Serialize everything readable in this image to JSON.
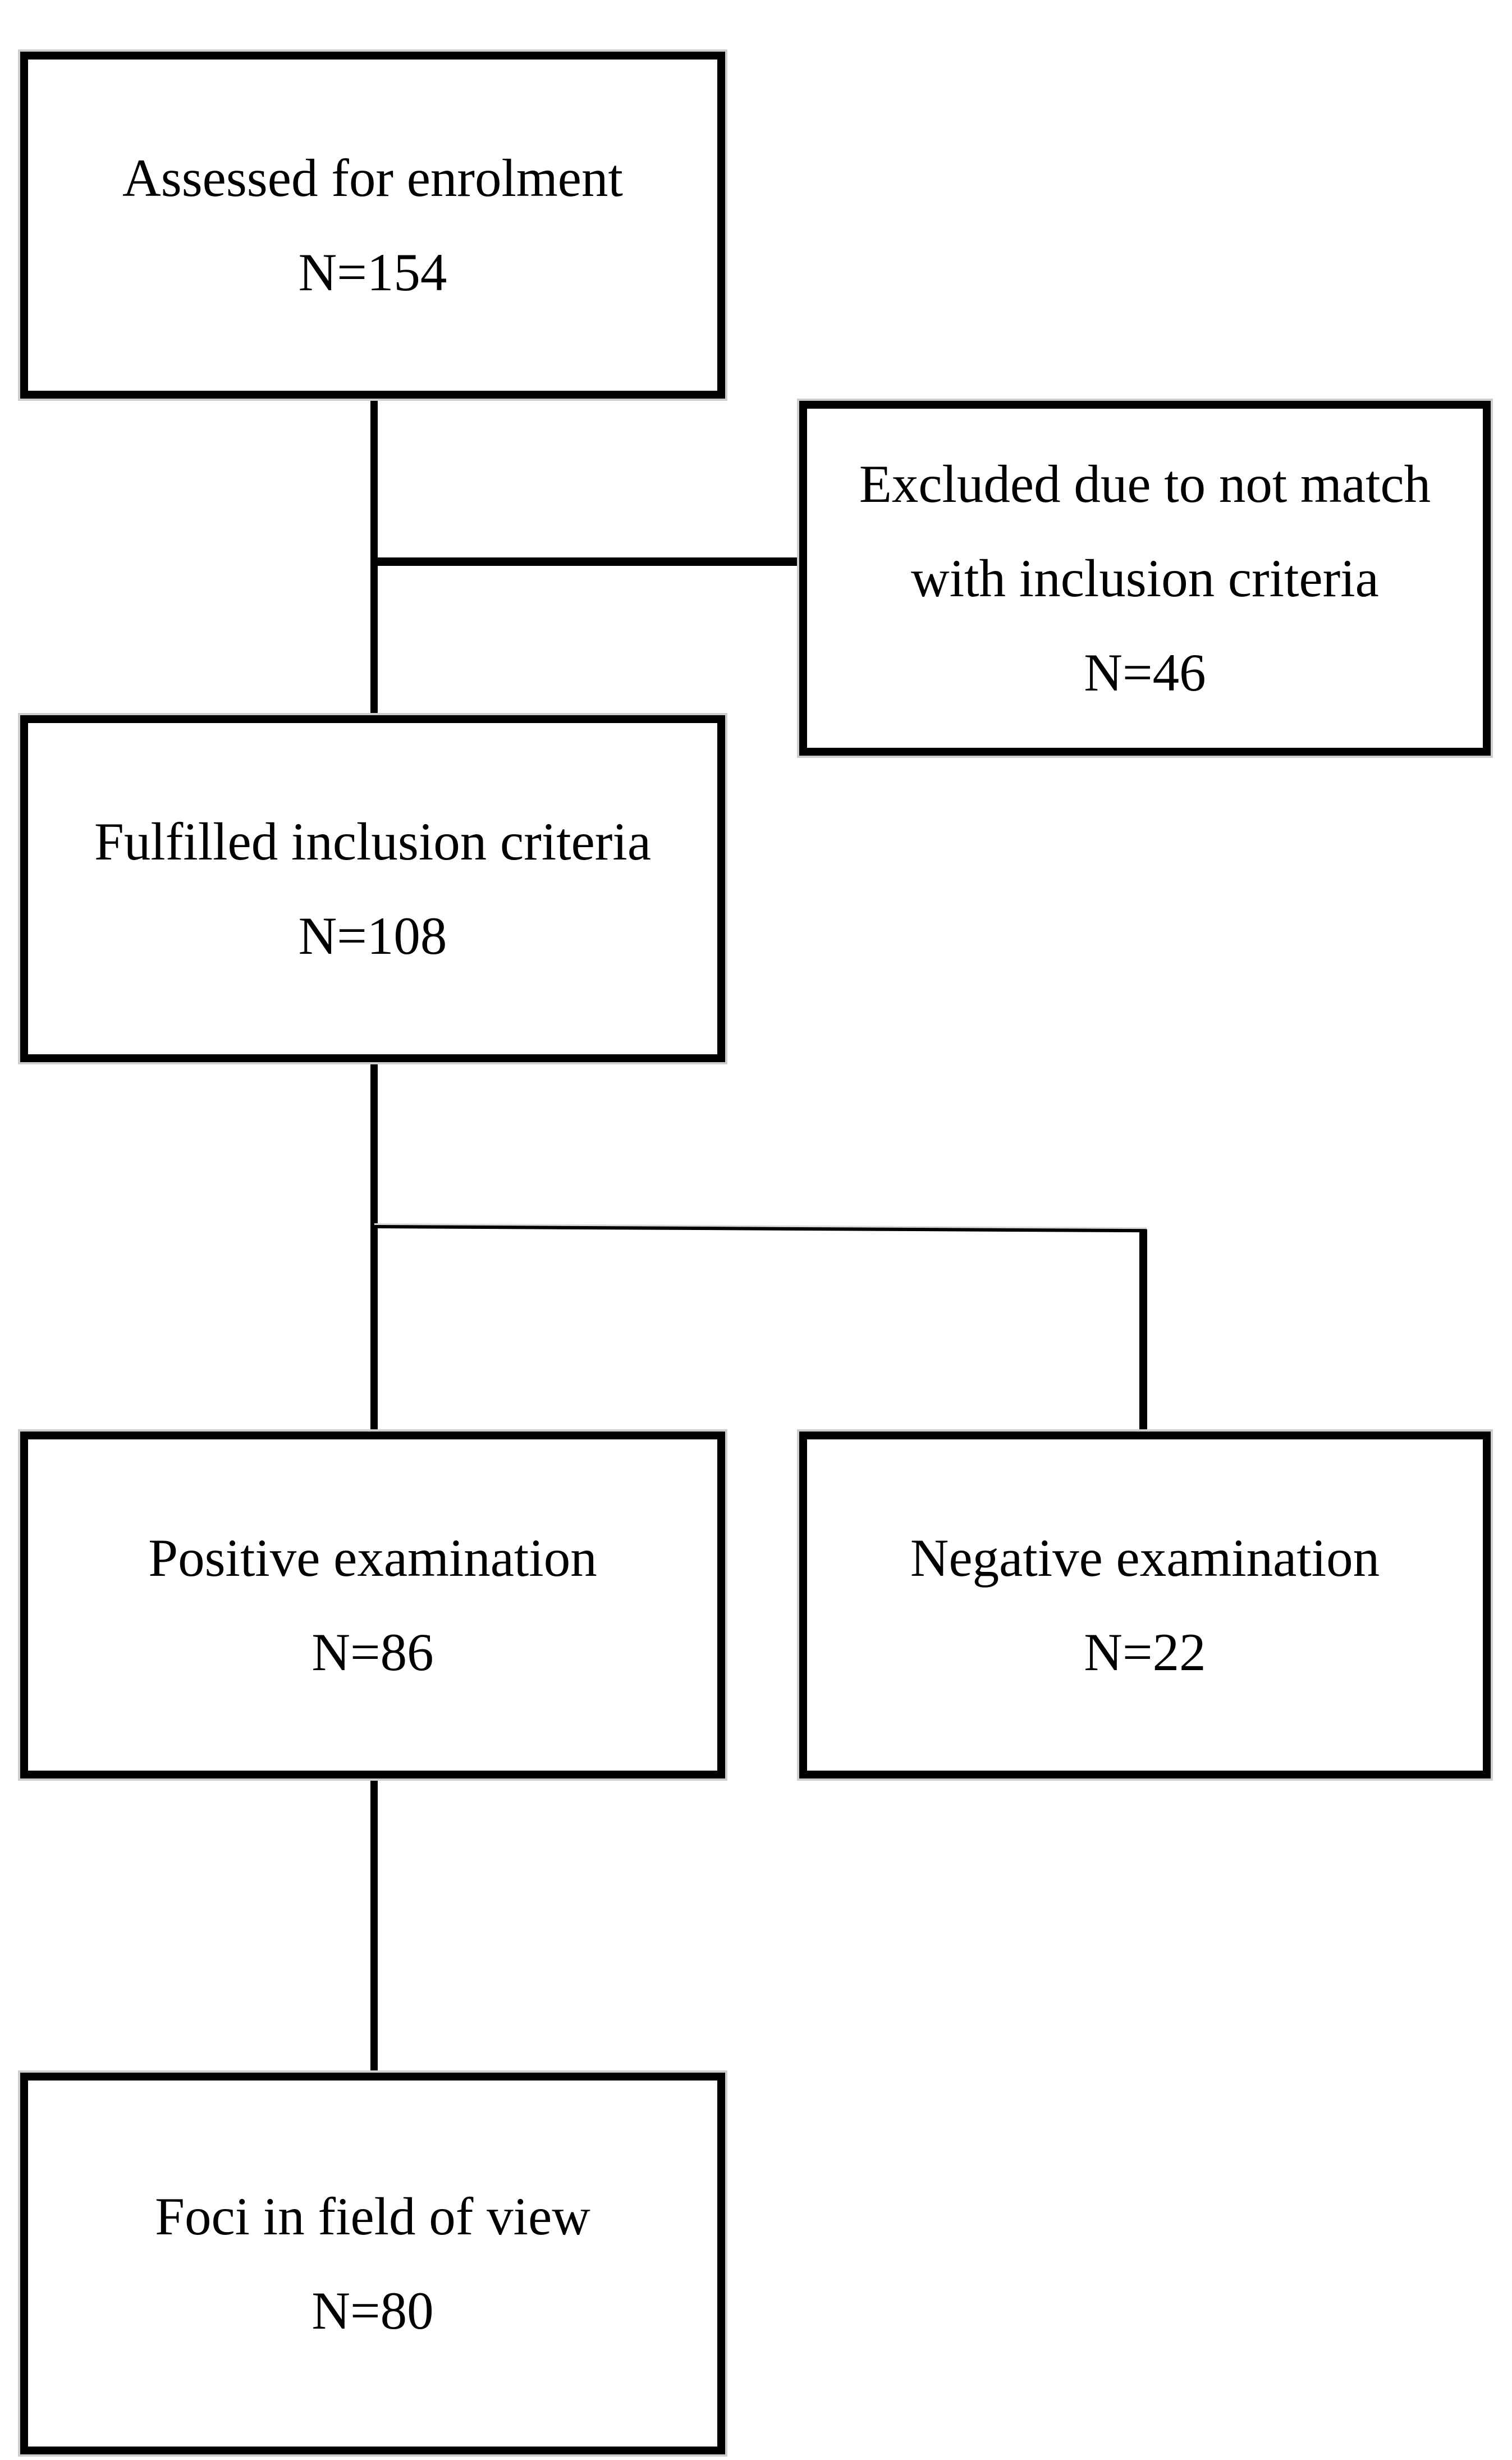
{
  "figure": {
    "type": "enrollment-flowchart",
    "background_color": "#ffffff",
    "line_color": "#000000",
    "text_color": "#000000"
  },
  "flowchart": {
    "nodes": [
      {
        "id": "assessed",
        "lines": [
          "Assessed for enrolment",
          "N=154"
        ],
        "n": 154
      },
      {
        "id": "excluded",
        "lines": [
          "Excluded due to not match",
          "with inclusion criteria",
          "N=46"
        ],
        "n": 46
      },
      {
        "id": "fulfilled",
        "lines": [
          "Fulfilled inclusion criteria",
          "N=108"
        ],
        "n": 108
      },
      {
        "id": "positive",
        "lines": [
          "Positive examination",
          "N=86"
        ],
        "n": 86
      },
      {
        "id": "negative",
        "lines": [
          "Negative examination",
          "N=22"
        ],
        "n": 22
      },
      {
        "id": "foci",
        "lines": [
          "Foci in field of view",
          "N=80"
        ],
        "n": 80
      }
    ],
    "edges": [
      {
        "from": "assessed",
        "to": "fulfilled"
      },
      {
        "from": "assessed",
        "to": "excluded"
      },
      {
        "from": "fulfilled",
        "to": "positive"
      },
      {
        "from": "fulfilled",
        "to": "negative"
      },
      {
        "from": "positive",
        "to": "foci"
      }
    ]
  }
}
